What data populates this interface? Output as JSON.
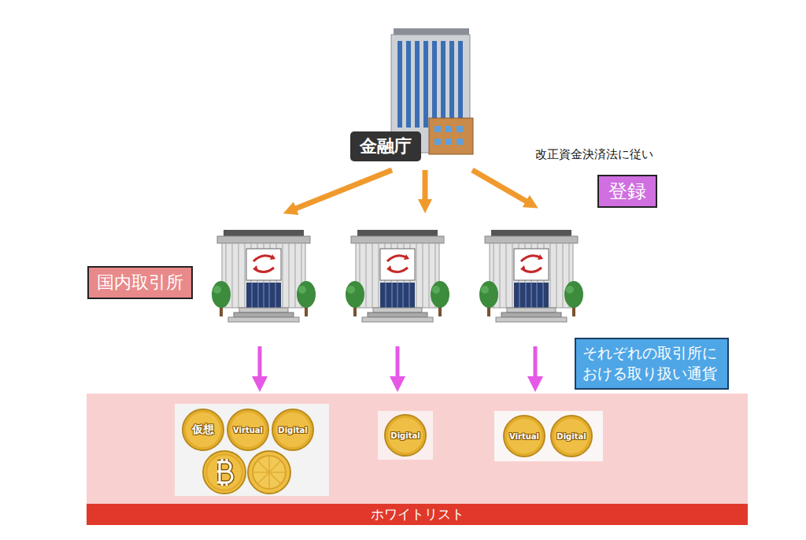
{
  "diagram": {
    "nodes": [
      {
        "text": [
          "金融庁"
        ]
      },
      {
        "text": [
          "登録"
        ]
      },
      {
        "text": [
          "国内取引所"
        ]
      },
      {
        "text": [
          "それぞれの取引所における取り扱い通貨"
        ]
      },
      {
        "text": [
          "仮想"
        ]
      },
      {
        "text": [
          "Virtual"
        ]
      },
      {
        "text": [
          "Digital"
        ]
      },
      {
        "text": [
          "Digital"
        ]
      },
      {
        "text": [
          "Virtual"
        ]
      },
      {
        "text": [
          "Digital"
        ]
      },
      {
        "text": [
          "ホワイトリスト"
        ]
      }
    ],
    "labels": [
      "改正資金決済法に従い"
    ]
  }
}
